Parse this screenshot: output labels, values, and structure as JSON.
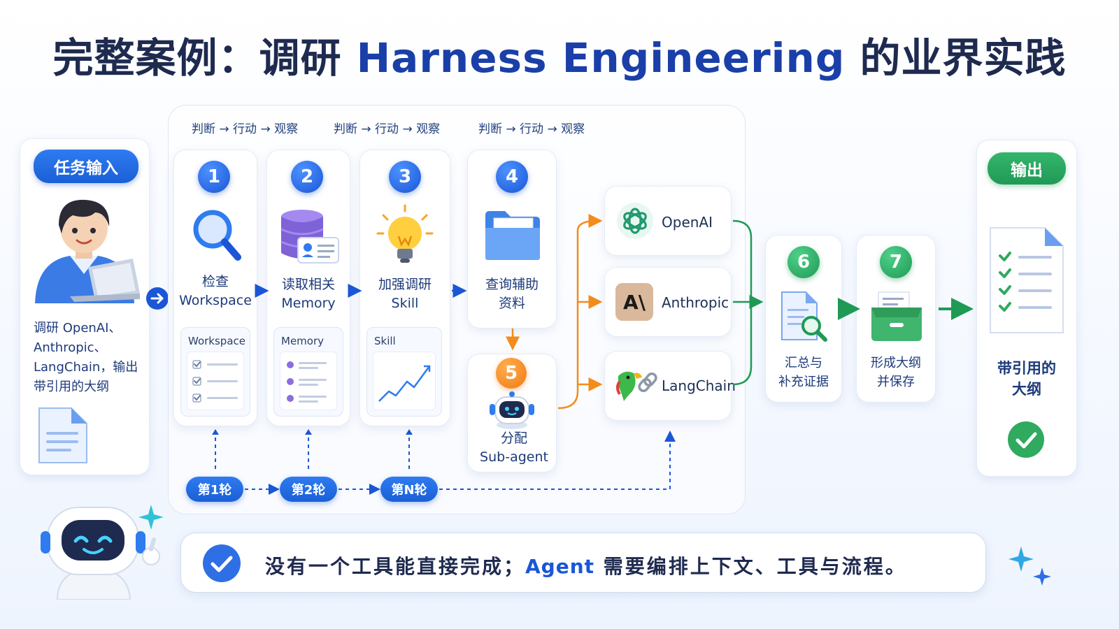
{
  "title": {
    "prefix": "完整案例：调研 ",
    "highlight": "Harness Engineering",
    "suffix": " 的业界实践"
  },
  "cycle_label": "判断 → 行动 → 观察",
  "input": {
    "badge": "任务输入",
    "lines": [
      "调研 OpenAI、",
      "Anthropic、",
      "LangChain，输出",
      "带引用的大纲"
    ]
  },
  "steps": [
    {
      "num": "1",
      "line1": "检查",
      "line2": "Workspace",
      "panel_title": "Workspace"
    },
    {
      "num": "2",
      "line1": "读取相关",
      "line2": "Memory",
      "panel_title": "Memory"
    },
    {
      "num": "3",
      "line1": "加强调研",
      "line2": "Skill",
      "panel_title": "Skill"
    },
    {
      "num": "4",
      "line1": "查询辅助",
      "line2": "资料"
    },
    {
      "num": "5",
      "line1": "分配",
      "line2": "Sub-agent"
    }
  ],
  "rounds": [
    "第1轮",
    "第2轮",
    "第N轮"
  ],
  "vendors": [
    {
      "name": "OpenAI",
      "icon": "openai-icon"
    },
    {
      "name": "Anthropic",
      "icon": "anthropic-icon",
      "glyph": "A\\"
    },
    {
      "name": "LangChain",
      "icon": "parrot-icon"
    }
  ],
  "post_steps": [
    {
      "num": "6",
      "line1": "汇总与",
      "line2": "补充证据"
    },
    {
      "num": "7",
      "line1": "形成大纲",
      "line2": "并保存"
    }
  ],
  "output": {
    "badge": "输出",
    "line1": "带引用的",
    "line2": "大纲"
  },
  "banner": {
    "prefix": "没有一个工具能直接完成；",
    "highlight": "Agent",
    "suffix": " 需要编排上下文、工具与流程。"
  },
  "colors": {
    "blue": "#1a56d6",
    "green": "#1f9a55",
    "orange": "#f28c1c",
    "navy": "#1e2a4f"
  }
}
